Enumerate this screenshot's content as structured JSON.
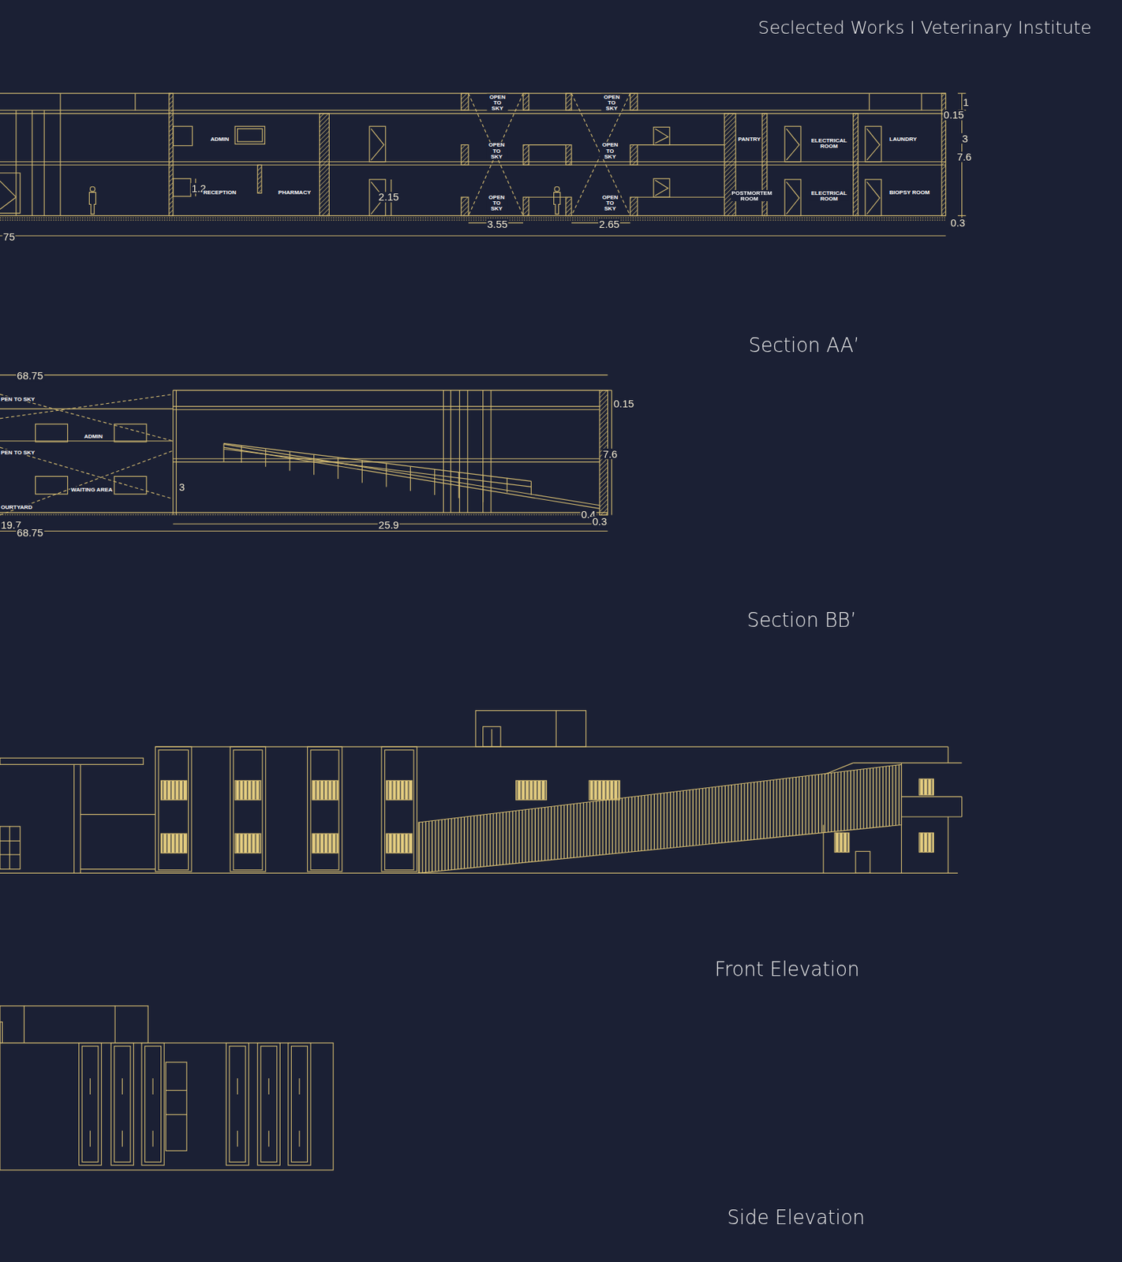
{
  "diagram": {
    "title": "Seclected Works I Veterinary Institute",
    "labels": [
      "ADMIN",
      "1.2",
      "RECEPTION",
      "PHARMACY",
      "2.15",
      "OPEN TO SKY",
      "OPEN TO SKY",
      "OPEN TO SKY",
      "OPEN TO SKY",
      "OPEN TO SKY",
      "OPEN TO SKY",
      "3.55",
      "2.65",
      "PANTRY",
      "ELECTRICAL ROOM",
      "LAUNDRY",
      "POSTMORTEM ROOM",
      "ELECTRICAL ROOM",
      "BIOPSY ROOM",
      "1",
      "0.15",
      "3",
      "7.6",
      "0.3",
      "75",
      "Section AA’",
      "68.75",
      "PEN TO SKY",
      "ADMIN",
      "PEN TO SKY",
      "WAITING AREA",
      "3",
      "OURTYARD",
      "19.7",
      "68.75",
      "25.9",
      "0.15",
      "7.6",
      "0.4",
      "0.3",
      "Section BB’",
      "Front Elevation",
      "Side Elevation"
    ]
  }
}
